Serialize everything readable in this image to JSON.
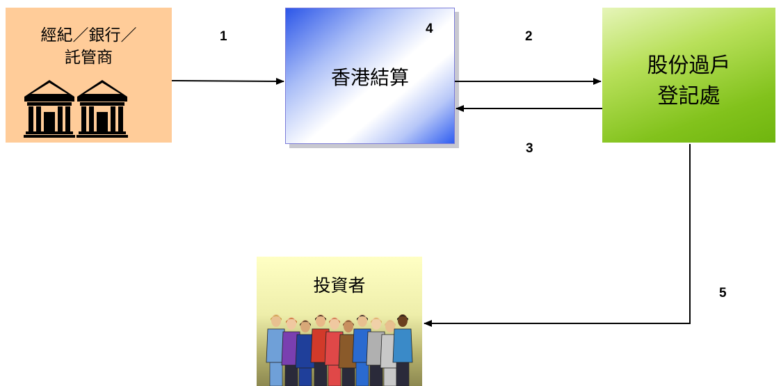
{
  "broker": {
    "line1": "經紀／銀行／",
    "line2": "託管商",
    "icon": "bank-building-icon"
  },
  "hkscc": {
    "label": "香港結算"
  },
  "registrar": {
    "line1": "股份過戶",
    "line2": "登記處"
  },
  "investor": {
    "label": "投資者",
    "icon": "people-group-icon"
  },
  "steps": [
    "1",
    "2",
    "3",
    "4",
    "5"
  ],
  "colors": {
    "broker": "#ffcc99",
    "hkscc": "#2c56e8",
    "registrar": "#82c21c",
    "investor": "#eeeeaa"
  }
}
